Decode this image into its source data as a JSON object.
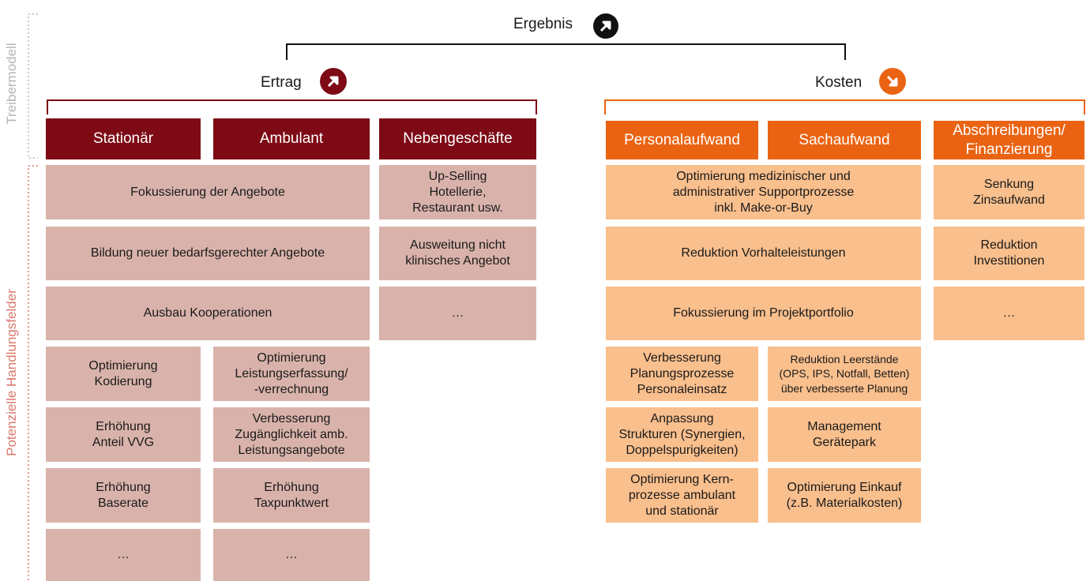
{
  "colors": {
    "ertrag_dark": "#7d0a15",
    "ertrag_light": "#d9b3ab",
    "kosten_dark": "#ea6312",
    "kosten_light": "#f9bf8d",
    "side_label": "#b5b5b5",
    "side_label_2": "#d9786b"
  },
  "side": {
    "treibermodell": "Treibermodell",
    "handlungsfelder": "Potenzielle Handlungsfelder"
  },
  "top": {
    "ergebnis": "Ergebnis",
    "ergebnis_icon": "arrow-up-right-icon"
  },
  "ertrag": {
    "label": "Ertrag",
    "icon": "arrow-up-right-icon",
    "headers": [
      "Stationär",
      "Ambulant",
      "Nebengeschäfte"
    ],
    "wide": [
      "Fokussierung der Angebote",
      "Bildung neuer bedarfsgerechter Angebote",
      "Ausbau Kooperationen"
    ],
    "neben": [
      "Up-Selling\nHotellerie,\nRestaurant usw.",
      "Ausweitung nicht\nklinisches Angebot",
      "…"
    ],
    "stationaer": [
      "Optimierung\nKodierung",
      "Erhöhung\nAnteil VVG",
      "Erhöhung\nBaserate",
      "…"
    ],
    "ambulant": [
      "Optimierung\nLeistungserfassung/\n-verrechnung",
      "Verbesserung\nZugänglichkeit amb.\nLeistungsangebote",
      "Erhöhung\nTaxpunktwert",
      "…"
    ]
  },
  "kosten": {
    "label": "Kosten",
    "icon": "arrow-down-right-icon",
    "headers": [
      "Personalaufwand",
      "Sachaufwand",
      "Abschreibungen/\nFinanzierung"
    ],
    "wide": [
      "Optimierung medizinischer und\nadministrativer Supportprozesse\ninkl. Make-or-Buy",
      "Reduktion Vorhalteleistungen",
      "Fokussierung im Projektportfolio"
    ],
    "abschreibungen": [
      "Senkung\nZinsaufwand",
      "Reduktion\nInvestitionen",
      "…"
    ],
    "personal": [
      "Verbesserung\nPlanungsprozesse\nPersonaleinsatz",
      "Anpassung\nStrukturen (Synergien,\nDoppelspurigkeiten)",
      "Optimierung Kern-\nprozesse ambulant\nund stationär"
    ],
    "sach": [
      "Reduktion Leerstände\n(OPS, IPS, Notfall, Betten)\nüber verbesserte Planung",
      "Management\nGerätepark",
      "Optimierung Einkauf\n(z.B. Materialkosten)"
    ]
  }
}
